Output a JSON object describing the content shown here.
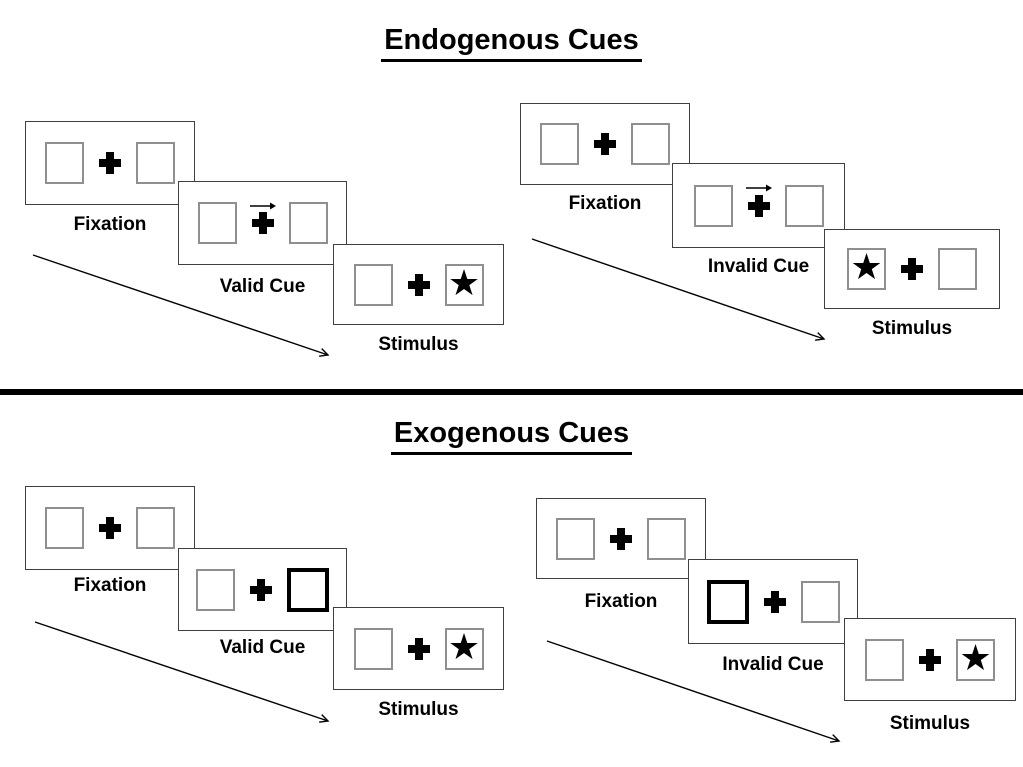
{
  "colors": {
    "background": "#ffffff",
    "ink": "#000000",
    "panel_border": "#3f3f3f",
    "square_border": "#8f8f8f"
  },
  "glyphs": {
    "star": "★"
  },
  "sections": [
    {
      "id": "endogenous",
      "title": "Endogenous Cues",
      "trials": [
        {
          "name": "valid-trial",
          "frames": [
            {
              "label": "Fixation",
              "left_box": "empty",
              "right_box": "empty",
              "cue": "none"
            },
            {
              "label": "Valid Cue",
              "left_box": "empty",
              "right_box": "empty",
              "cue": "central-arrow-right"
            },
            {
              "label": "Stimulus",
              "left_box": "empty",
              "right_box": "star",
              "cue": "none"
            }
          ]
        },
        {
          "name": "invalid-trial",
          "frames": [
            {
              "label": "Fixation",
              "left_box": "empty",
              "right_box": "empty",
              "cue": "none"
            },
            {
              "label": "Invalid Cue",
              "left_box": "empty",
              "right_box": "empty",
              "cue": "central-arrow-right"
            },
            {
              "label": "Stimulus",
              "left_box": "star",
              "right_box": "empty",
              "cue": "none"
            }
          ]
        }
      ]
    },
    {
      "id": "exogenous",
      "title": "Exogenous Cues",
      "trials": [
        {
          "name": "valid-trial",
          "frames": [
            {
              "label": "Fixation",
              "left_box": "empty",
              "right_box": "empty",
              "cue": "none"
            },
            {
              "label": "Valid Cue",
              "left_box": "empty",
              "right_box": "thick-outline",
              "cue": "peripheral-right"
            },
            {
              "label": "Stimulus",
              "left_box": "empty",
              "right_box": "star",
              "cue": "none"
            }
          ]
        },
        {
          "name": "invalid-trial",
          "frames": [
            {
              "label": "Fixation",
              "left_box": "empty",
              "right_box": "empty",
              "cue": "none"
            },
            {
              "label": "Invalid Cue",
              "left_box": "thick-outline",
              "right_box": "empty",
              "cue": "peripheral-left"
            },
            {
              "label": "Stimulus",
              "left_box": "empty",
              "right_box": "star",
              "cue": "none"
            }
          ]
        }
      ]
    }
  ]
}
